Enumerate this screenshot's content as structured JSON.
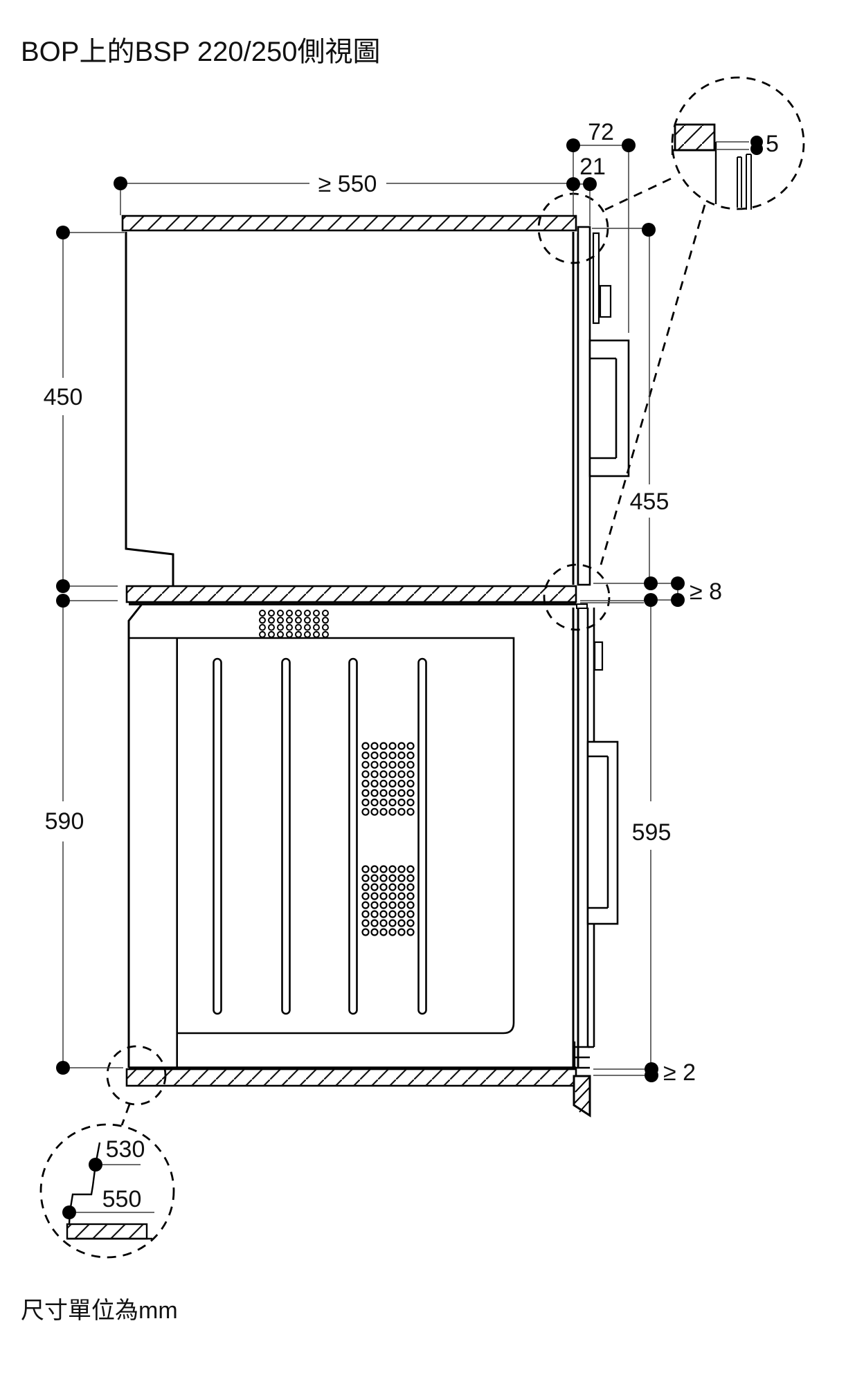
{
  "title": "BOP上的BSP 220/250側視圖",
  "footer_note": "尺寸單位為mm",
  "dimensions": {
    "niche_depth": "≥ 550",
    "front_depth": "72",
    "door_overhang": "21",
    "top_gap": "5",
    "upper_niche_height": "450",
    "upper_front_height": "455",
    "middle_gap": "≥ 8",
    "lower_niche_height": "590",
    "lower_front_height": "595",
    "bottom_gap": "≥ 2",
    "plinth_recess_depth": "530",
    "floor_depth": "550"
  }
}
